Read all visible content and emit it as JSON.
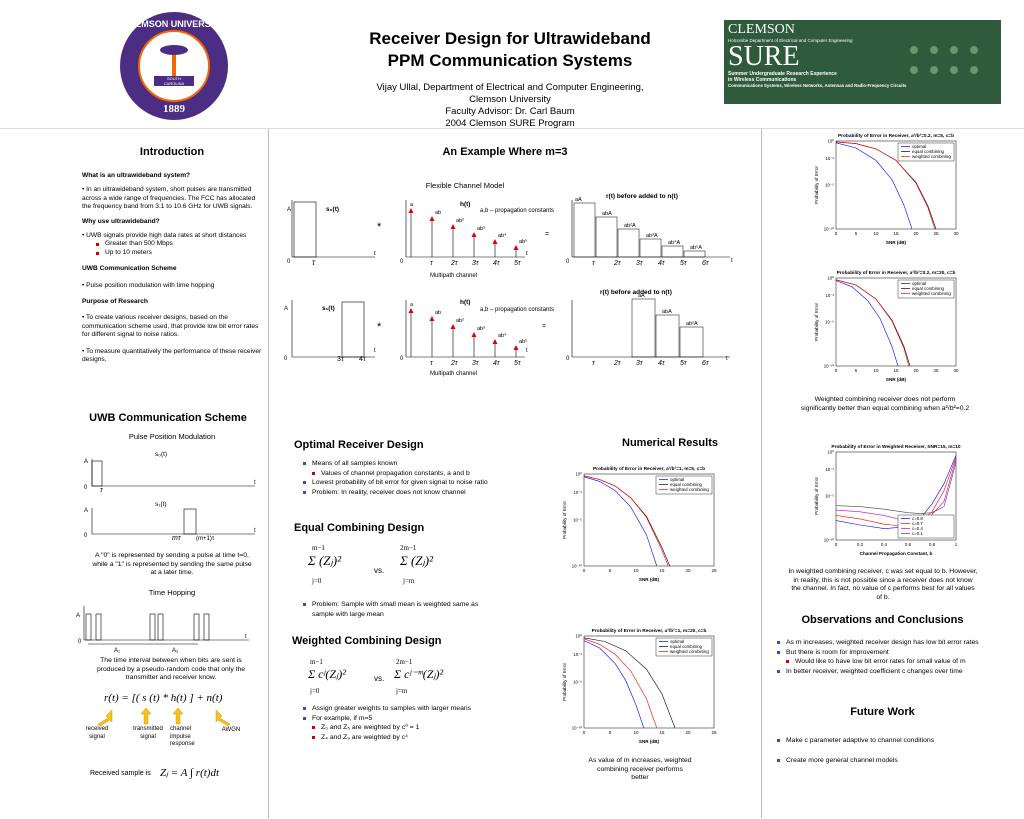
{
  "header": {
    "title_line1": "Receiver Design for Ultrawideband",
    "title_line2": "PPM Communication Systems",
    "author_line1": "Vijay Ullal, Department of Electrical and Computer Engineering,",
    "author_line2": "Clemson University",
    "author_line3": "Faculty Advisor: Dr. Carl Baum",
    "author_line4": "2004 Clemson SURE Program"
  },
  "logo": {
    "top_text": "CLEMSON UNIVERSITY",
    "state_line1": "SOUTH",
    "state_line2": "CAROLINA",
    "year": "1889",
    "colors": {
      "purple": "#4b2e83",
      "orange": "#f56600"
    }
  },
  "sure_banner": {
    "clemson": "CLEMSON",
    "dept": "Holcombe Department of Electrical and Computer Engineering",
    "sure": "SURE",
    "desc1": "Summer Undergraduate Research Experience",
    "desc2": "in Wireless Communications",
    "desc3": "Communications Systems, Wireless Networks, Antennas and Radio-Frequency Circuits",
    "color": "#2f5a3c"
  },
  "intro": {
    "heading": "Introduction",
    "q1": "What is an ultrawideband system?",
    "p1": "•  In an ultrawideband system, short pulses are transmitted across a wide range of frequencies.  The FCC has allocated the frequency band from 3.1 to 10.6 GHz for UWB signals.",
    "q2": "Why use ultrawideband?",
    "p2": "• UWB signals provide high data rates at short distances",
    "p2a": "Greater than 500 Mbps",
    "p2b": "Up to 10 meters",
    "q3": "UWB Communication Scheme",
    "p3": "•  Pulse position modulation with time hopping",
    "q4": "Purpose of Research",
    "p4": "•  To create various receiver designs, based on the communication scheme used, that provide low bit error rates for different signal to noise ratios.",
    "p5": "•  To measure quantitatively the performance of these receiver designs."
  },
  "uwb": {
    "heading": "UWB Communication Scheme",
    "ppm_title": "Pulse Position Modulation",
    "s0": "s₀(t)",
    "s1": "s₁(t)",
    "ppm_caption": "A \"0\" is represented by sending a pulse at time t=0, while a \"1\" is represented by sending the same pulse at a later time.",
    "th_title": "Time Hopping",
    "th_caption": "The time interval between when bits are sent is produced by a pseudo-random code that only the transmitter and receiver know.",
    "eq": "r(t) = [( s (t) * h(t) ] + n(t)",
    "label_received": "received signal",
    "label_transmitted": "transmitted signal",
    "label_channel": "channel impulse response",
    "label_awgn": "AWGN",
    "received_sample": "Received sample is",
    "sample_eq": "Zⱼ = A ∫ r(t)dt",
    "A": "A",
    "zero": "0",
    "t": "t",
    "tau": "τ",
    "mtau": "mτ",
    "m1tau": "(m+1)τ",
    "A1": "A₁",
    "A2": "A₂"
  },
  "example": {
    "heading": "An Example Where m=3",
    "flex": "Flexible Channel Model",
    "multipath": "Multipath channel",
    "s0": "s₀(t)",
    "s1": "s₁(t)",
    "ht": "h(t)",
    "ab_note": "a,b – propagation constants",
    "r_title0": "r(t) before added to n(t)",
    "r_title1": "r(t) before added to n(t)",
    "star": "*",
    "eq": "=",
    "A": "A",
    "a": "a",
    "zero": "0",
    "t": "t",
    "taps": [
      "ab",
      "ab²",
      "ab³",
      "ab⁴",
      "ab⁵"
    ],
    "r0_labels": [
      "aA",
      "abA",
      "ab²A",
      "ab³A",
      "ab⁴A",
      "ab⁵A"
    ],
    "r1_labels": [
      "aA",
      "abA",
      "ab²A"
    ],
    "ticks": [
      "τ",
      "2τ",
      "3τ",
      "4τ",
      "5τ",
      "6τ"
    ]
  },
  "optimal": {
    "heading": "Optimal Receiver Design",
    "b1": "Means of all samples known",
    "b1a": "Values of channel propagation constants, a and b",
    "b2": "Lowest probability of bit error for given signal to noise ratio",
    "b3": "Problem: In reality, receiver does not know channel"
  },
  "equal": {
    "heading": "Equal Combining Design",
    "sum1": "Σ (Zⱼ)²",
    "vs": "vs.",
    "sum2": "Σ (Zⱼ)²",
    "up1": "m−1",
    "lo1": "j=0",
    "up2": "2m−1",
    "lo2": "j=m",
    "b1": "Problem: Sample with small mean is weighted same as sample with large mean"
  },
  "weighted": {
    "heading": "Weighted Combining Design",
    "sum1": "Σ cʲ(Zⱼ)²",
    "vs": "vs.",
    "sum2": "Σ cʲ⁻ᵐ(Zⱼ)²",
    "up1": "m−1",
    "lo1": "j=0",
    "up2": "2m−1",
    "lo2": "j=m",
    "b1": "Assign greater weights to samples with larger means",
    "b2": "For example, if m=5",
    "b2a": "Z₀ and Z₅ are weighted by c⁰ = 1",
    "b2b": "Z₄ and Z₉ are weighted by c⁴"
  },
  "numerical": {
    "heading": "Numerical Results",
    "caption": "As value of m increases, weighted combining receiver performs better"
  },
  "right": {
    "caption1": "Weighted combining receiver does not perform significantly better than equal combining when a²/b²=0.2",
    "caption2": "In weighted combining receiver, c was set equal to b. However, in reality, this is not possible since a receiver does not know the channel.  In fact, no value of c performs best for all values of b.",
    "obs_heading": "Observations and Conclusions",
    "obs1": "As m increases, weighted receiver design has low bit error rates",
    "obs2": "But there is room for improvement",
    "obs2a": "Would like to have low bit error rates for small value of m",
    "obs3": "In better receiver, weighted coefficient c changes over time",
    "fw_heading": "Future Work",
    "fw1": "Make c parameter adaptive to channel conditions",
    "fw2": "Create more general channel models"
  },
  "chart_data": [
    {
      "type": "line",
      "title": "Probability of Error in Receiver, a²/b²=1, m=5, c=b",
      "xlabel": "SNR (dB)",
      "ylabel": "Probability of Error",
      "xlim": [
        0,
        25
      ],
      "ylim_log": [
        -10,
        0
      ],
      "xticks": [
        "0",
        "5",
        "10",
        "15",
        "20",
        "25"
      ],
      "yticks": [
        "10⁰",
        "10⁻²",
        "10⁻⁵",
        "10⁻¹⁰"
      ],
      "legend": "top-right",
      "series": [
        {
          "name": "optimal",
          "color": "#0000ff",
          "x": [
            0,
            3,
            6,
            9,
            12,
            14
          ],
          "y": [
            -0.3,
            -0.8,
            -1.8,
            -3.6,
            -6.6,
            -10
          ]
        },
        {
          "name": "equal combining",
          "color": "#000000",
          "x": [
            0,
            3,
            6,
            9,
            12,
            15,
            16.5
          ],
          "y": [
            -0.2,
            -0.6,
            -1.3,
            -2.6,
            -4.6,
            -8,
            -10
          ]
        },
        {
          "name": "weighted combining",
          "color": "#ff0000",
          "x": [
            0,
            3,
            6,
            9,
            12,
            15,
            16.2
          ],
          "y": [
            -0.2,
            -0.6,
            -1.3,
            -2.6,
            -4.7,
            -8.3,
            -10
          ]
        }
      ]
    },
    {
      "type": "line",
      "title": "Probability of Error in Receiver, a²/b²=1, m=20, c=b",
      "xlabel": "SNR (dB)",
      "ylabel": "Probability of Error",
      "xlim": [
        0,
        25
      ],
      "ylim_log": [
        -10,
        0
      ],
      "xticks": [
        "0",
        "5",
        "10",
        "15",
        "20",
        "25"
      ],
      "yticks": [
        "10⁰",
        "10⁻²",
        "10⁻⁵",
        "10⁻¹⁰"
      ],
      "legend": "top-right",
      "series": [
        {
          "name": "optimal",
          "color": "#0000ff",
          "x": [
            0,
            3,
            6,
            8,
            10,
            11.5
          ],
          "y": [
            -0.5,
            -1.3,
            -3,
            -4.8,
            -7.5,
            -10
          ]
        },
        {
          "name": "equal combining",
          "color": "#000000",
          "x": [
            0,
            4,
            8,
            12,
            15,
            17.5
          ],
          "y": [
            -0.2,
            -0.6,
            -1.6,
            -3.6,
            -6.3,
            -10
          ]
        },
        {
          "name": "weighted combining",
          "color": "#ff0000",
          "x": [
            0,
            3,
            6,
            9,
            12,
            14
          ],
          "y": [
            -0.3,
            -0.9,
            -2,
            -3.8,
            -6.8,
            -10
          ]
        }
      ]
    },
    {
      "type": "line",
      "title": "Probability of Error in Receiver, a²/b²=0.2, m=5, c=b",
      "xlabel": "SNR (dB)",
      "ylabel": "Probability of Error",
      "xlim": [
        0,
        30
      ],
      "ylim_log": [
        -10,
        0
      ],
      "xticks": [
        "0",
        "5",
        "10",
        "15",
        "20",
        "25",
        "30"
      ],
      "yticks": [
        "10⁰",
        "10⁻²",
        "10⁻⁵",
        "10⁻¹⁰"
      ],
      "legend": "top-right",
      "series": [
        {
          "name": "optimal",
          "color": "#0000ff",
          "x": [
            0,
            5,
            10,
            14,
            17,
            19
          ],
          "y": [
            -0.2,
            -0.8,
            -2.2,
            -4.4,
            -7.3,
            -10
          ]
        },
        {
          "name": "equal combining",
          "color": "#000000",
          "x": [
            0,
            5,
            10,
            15,
            20,
            23,
            25
          ],
          "y": [
            -0.1,
            -0.3,
            -0.9,
            -2.2,
            -4.7,
            -7.4,
            -10
          ]
        },
        {
          "name": "weighted combining",
          "color": "#ff0000",
          "x": [
            0,
            5,
            10,
            15,
            20,
            23,
            24.7
          ],
          "y": [
            -0.1,
            -0.3,
            -0.9,
            -2.2,
            -4.8,
            -7.6,
            -10
          ]
        }
      ]
    },
    {
      "type": "line",
      "title": "Probability of Error in Receiver, a²/b²=0.2, m=20, c=b",
      "xlabel": "SNR (dB)",
      "ylabel": "Probability of Error",
      "xlim": [
        0,
        30
      ],
      "ylim_log": [
        -10,
        0
      ],
      "xticks": [
        "0",
        "5",
        "10",
        "15",
        "20",
        "25",
        "30"
      ],
      "yticks": [
        "10⁰",
        "10⁻²",
        "10⁻⁵",
        "10⁻¹⁰"
      ],
      "legend": "top-right",
      "series": [
        {
          "name": "optimal",
          "color": "#0000ff",
          "x": [
            0,
            4,
            8,
            11,
            14,
            15.5
          ],
          "y": [
            -0.3,
            -1,
            -2.6,
            -4.6,
            -7.8,
            -10
          ]
        },
        {
          "name": "equal combining",
          "color": "#000000",
          "x": [
            0,
            5,
            10,
            14,
            17,
            18.5
          ],
          "y": [
            -0.2,
            -0.8,
            -2.4,
            -4.8,
            -7.8,
            -10
          ]
        },
        {
          "name": "weighted combining",
          "color": "#ff0000",
          "x": [
            0,
            5,
            10,
            14,
            17,
            18.2
          ],
          "y": [
            -0.2,
            -0.8,
            -2.4,
            -4.9,
            -8,
            -10
          ]
        }
      ]
    },
    {
      "type": "line",
      "title": "Probability of Error in Weighted Receiver, SNR=15, m=10",
      "xlabel": "Channel Propagation Constant, b",
      "ylabel": "Probability of Error",
      "xlim": [
        0,
        1
      ],
      "ylim_log": [
        -10,
        0
      ],
      "xticks": [
        "0",
        "0.2",
        "0.4",
        "0.6",
        "0.8",
        "1"
      ],
      "yticks": [
        "10⁰",
        "10⁻²",
        "10⁻⁵",
        "10⁻¹⁰"
      ],
      "legend": "bottom-right",
      "series": [
        {
          "name": "c=0.8",
          "color": "#0000ff",
          "x": [
            0,
            0.2,
            0.4,
            0.6,
            0.7,
            0.8,
            0.9,
            1
          ],
          "y": [
            -7.8,
            -8.3,
            -8.7,
            -8.5,
            -7.6,
            -5.9,
            -3.6,
            -0.4
          ]
        },
        {
          "name": "c=0.7",
          "color": "#ff0000",
          "x": [
            0,
            0.2,
            0.4,
            0.6,
            0.7,
            0.8,
            0.9,
            1
          ],
          "y": [
            -7.2,
            -7.6,
            -8.2,
            -8.5,
            -8,
            -6.8,
            -4.4,
            -0.6
          ]
        },
        {
          "name": "c=0.4",
          "color": "#cc00cc",
          "x": [
            0,
            0.2,
            0.4,
            0.6,
            0.7,
            0.8,
            0.9,
            1
          ],
          "y": [
            -6.6,
            -6.8,
            -7.2,
            -7.9,
            -7.8,
            -7.1,
            -5.6,
            -0.8
          ]
        },
        {
          "name": "c=0.1",
          "color": "#444444",
          "x": [
            0,
            0.2,
            0.4,
            0.6,
            0.7,
            0.8,
            0.9,
            1
          ],
          "y": [
            -6.1,
            -6.2,
            -6.5,
            -6.9,
            -7,
            -6.9,
            -6.2,
            -1.2
          ]
        }
      ]
    }
  ]
}
